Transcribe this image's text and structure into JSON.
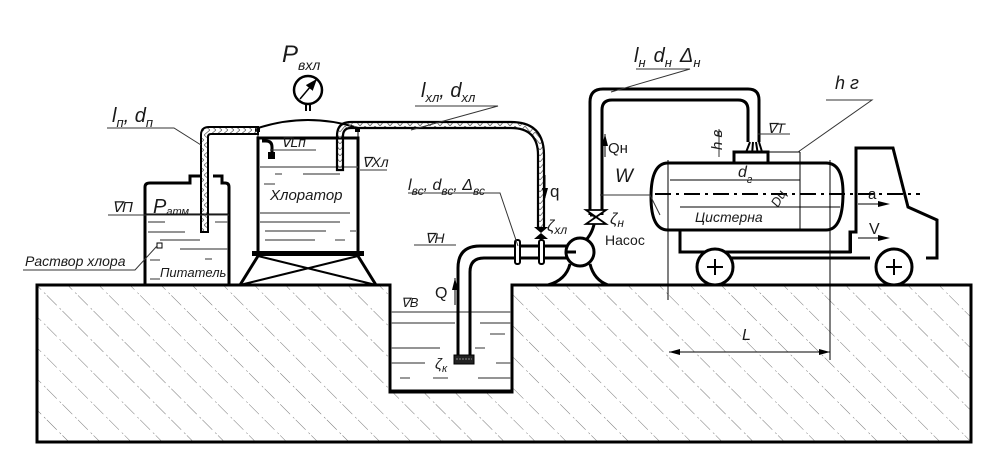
{
  "diagram": {
    "title": "Chlorination system schematic",
    "labels": {
      "pipe_feed": {
        "main": "l",
        "sub1": "п",
        "sep": ", ",
        "main2": "d",
        "sub2": "п"
      },
      "p_inlet": {
        "main": "P",
        "sub": "вхл"
      },
      "pipe_chlorine": {
        "main": "l",
        "sub1": "хл",
        "sep": ", ",
        "main2": "d",
        "sub2": "хл"
      },
      "pipe_discharge": {
        "main": "l",
        "sub1": "н",
        "main2": "d",
        "sub2": "н",
        "main3": "Δ",
        "sub3": "н"
      },
      "h_g": "h г",
      "h_v": "h в",
      "level_T": "∇T",
      "level_Ln": "∇Lп",
      "level_Xl": "∇Xл",
      "level_P": "∇П",
      "p_atm": {
        "main": "P",
        "sub": "атм"
      },
      "chlorine_solution": "Раствор хлора",
      "feeder": "Питатель",
      "chlorinator": "Хлоратор",
      "pipe_suction": {
        "main": "l",
        "sub1": "вс",
        "sep": ", ",
        "main2": "d",
        "sub2": "вс",
        "sep2": ", ",
        "main3": "Δ",
        "sub3": "вс"
      },
      "q_flow": "q",
      "zeta_xl": {
        "main": "ζ",
        "sub": "хл"
      },
      "zeta_n": {
        "main": "ζ",
        "sub": "н"
      },
      "pump": "Насос",
      "level_H": "∇H",
      "Q_flow": "Q",
      "Q_n": "Qн",
      "level_B": "∇B",
      "zeta_k": {
        "main": "ζ",
        "sub": "к"
      },
      "W": "W",
      "d_g": {
        "main": "d",
        "sub": "г"
      },
      "D_c": "Dц",
      "tank": "Цистерна",
      "accel": "a",
      "velocity": "V",
      "distance_L": "L"
    }
  }
}
